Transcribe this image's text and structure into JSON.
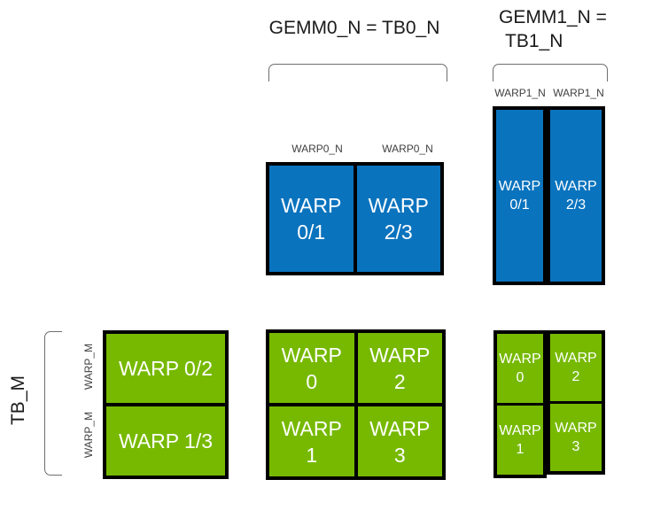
{
  "colors": {
    "blue": "#0a73be",
    "green": "#76b900",
    "border": "#000000",
    "label_text": "#3f3f3f",
    "cell_text": "#ffffff",
    "bracket": "#6e6e6e"
  },
  "header": {
    "gemm0_title": "GEMM0_N = TB0_N",
    "gemm1_title_line1": "GEMM1_N =",
    "gemm1_title_line2": "TB1_N"
  },
  "axis_labels": {
    "tb_m": "TB_M",
    "warp_m": [
      "WARP_M",
      "WARP_M"
    ],
    "warp0_n": [
      "WARP0_N",
      "WARP0_N"
    ],
    "warp1_n": [
      "WARP1_N",
      "WARP1_N"
    ]
  },
  "blue_wide": {
    "cells": [
      {
        "l1": "WARP",
        "l2": "0/1"
      },
      {
        "l1": "WARP",
        "l2": "2/3"
      }
    ]
  },
  "blue_tall": {
    "cells": [
      {
        "l1": "WARP",
        "l2": "0/1"
      },
      {
        "l1": "WARP",
        "l2": "2/3"
      }
    ]
  },
  "green_left": {
    "rows": [
      "WARP 0/2",
      "WARP 1/3"
    ]
  },
  "green_center": {
    "cells": [
      {
        "l1": "WARP",
        "l2": "0"
      },
      {
        "l1": "WARP",
        "l2": "2"
      },
      {
        "l1": "WARP",
        "l2": "1"
      },
      {
        "l1": "WARP",
        "l2": "3"
      }
    ]
  },
  "green_right": {
    "cells": [
      {
        "l1": "WARP",
        "l2": "0"
      },
      {
        "l1": "WARP",
        "l2": "2"
      },
      {
        "l1": "WARP",
        "l2": "1"
      },
      {
        "l1": "WARP",
        "l2": "3"
      }
    ]
  }
}
